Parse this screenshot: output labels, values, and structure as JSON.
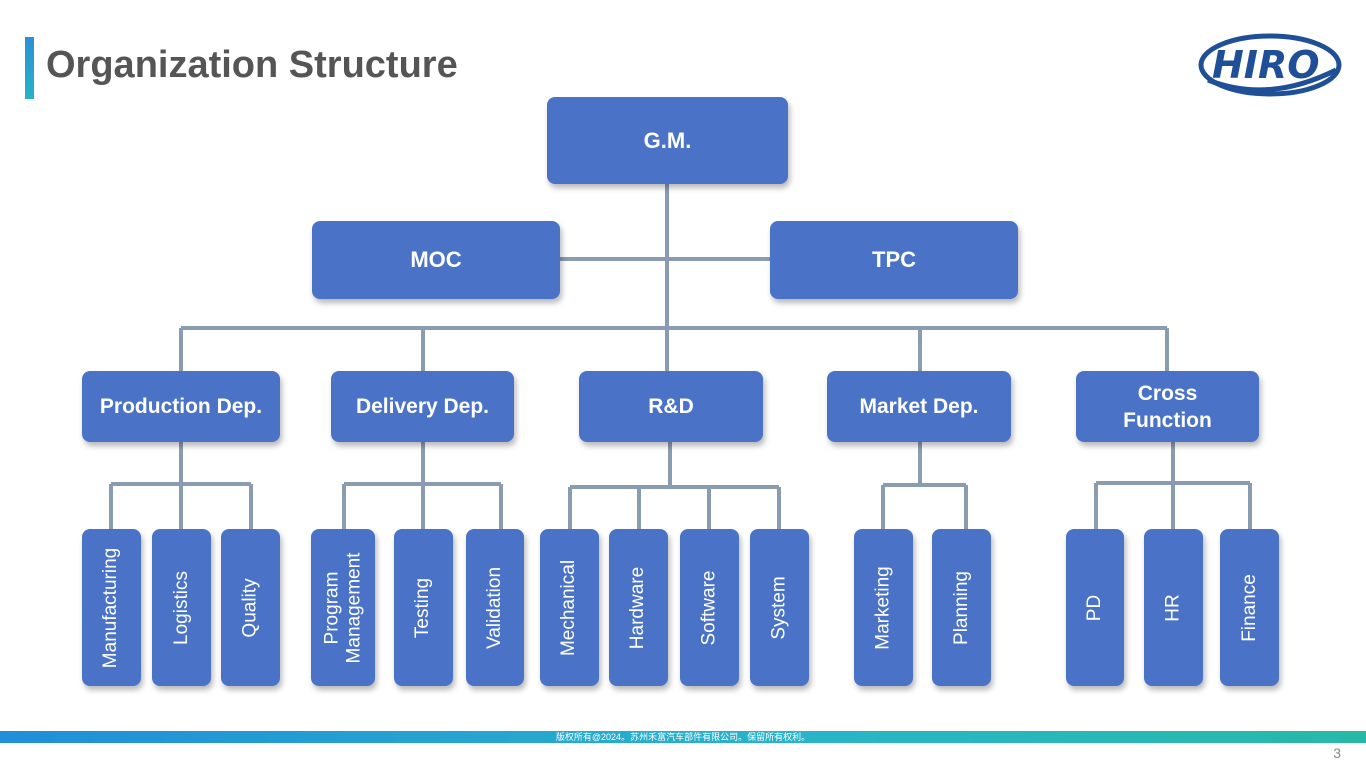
{
  "title": "Organization Structure",
  "logo_text": "HIRO",
  "colors": {
    "box": "#4a73c8",
    "line": "#8a9cb0",
    "title": "#555555",
    "accent": "#27b3c6",
    "logo": "#1f4f97"
  },
  "org": {
    "gm": "G.M.",
    "moc": "MOC",
    "tpc": "TPC",
    "departments": [
      {
        "name": "Production Dep.",
        "children": [
          "Manufacturing",
          "Logistics",
          "Quality"
        ]
      },
      {
        "name": "Delivery Dep.",
        "children": [
          "Program Management",
          "Testing",
          "Validation"
        ]
      },
      {
        "name": "R&D",
        "children": [
          "Mechanical",
          "Hardware",
          "Software",
          "System"
        ]
      },
      {
        "name": "Market Dep.",
        "children": [
          "Marketing",
          "Planning"
        ]
      },
      {
        "name": "Cross Function",
        "children": [
          "PD",
          "HR",
          "Finance"
        ]
      }
    ]
  },
  "footer": "版权所有@2024。苏州禾富汽车部件有限公司。保留所有权利。",
  "page_number": "3"
}
